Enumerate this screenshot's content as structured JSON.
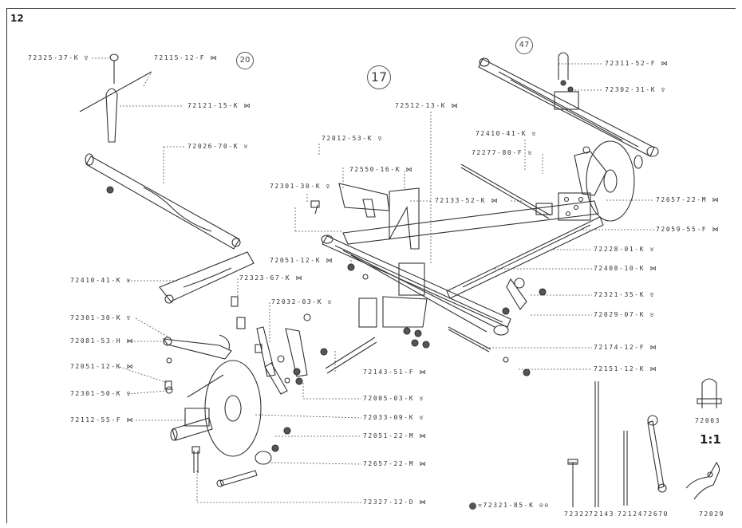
{
  "page_number": "12",
  "callouts": {
    "main": "17",
    "spring": "47",
    "ref": "20"
  },
  "scale": "1:1",
  "labels": [
    {
      "id": "l1",
      "text": "72325-37-K ♀"
    },
    {
      "id": "l2",
      "text": "72115-12-F  ⋈"
    },
    {
      "id": "l3",
      "text": "72121-15-K  ⋈"
    },
    {
      "id": "l4",
      "text": "72026-70-K  ♉"
    },
    {
      "id": "l5",
      "text": "72410-41-K  ♉"
    },
    {
      "id": "l6",
      "text": "72301-30-K  ♀"
    },
    {
      "id": "l7",
      "text": "72081-53-H ⋈"
    },
    {
      "id": "l8",
      "text": "72051-12-K ⋈"
    },
    {
      "id": "l9",
      "text": "72301-50-K  ♀"
    },
    {
      "id": "l10",
      "text": "72112-55-F ⋈"
    },
    {
      "id": "l11",
      "text": "72323-67-K  ⋈"
    },
    {
      "id": "l12",
      "text": "72032-03-K  ♉"
    },
    {
      "id": "l13",
      "text": "72012-53-K ♀"
    },
    {
      "id": "l14",
      "text": "72550-16-K  ⋈"
    },
    {
      "id": "l15",
      "text": "72301-30-K  ♀"
    },
    {
      "id": "l16",
      "text": "72051-12-K ⋈"
    },
    {
      "id": "l17",
      "text": "72512-13-K ⋈"
    },
    {
      "id": "l18",
      "text": "72410-41-K  ♉"
    },
    {
      "id": "l19",
      "text": "72277-80-F  ♉"
    },
    {
      "id": "l20",
      "text": "72133-52-K  ⋈"
    },
    {
      "id": "l21",
      "text": "72311-52-F  ⋈"
    },
    {
      "id": "l22",
      "text": "72302-31-K  ♀"
    },
    {
      "id": "l23",
      "text": "72657-22-M  ⋈"
    },
    {
      "id": "l24",
      "text": "72059-55-F  ⋈"
    },
    {
      "id": "l25",
      "text": "72228-01-K  ♉"
    },
    {
      "id": "l26",
      "text": "72408-10-K  ⋈"
    },
    {
      "id": "l27",
      "text": "72321-35-K  ♀"
    },
    {
      "id": "l28",
      "text": "72029-07-K  ♉"
    },
    {
      "id": "l29",
      "text": "72174-12-F  ⋈"
    },
    {
      "id": "l30",
      "text": "72151-12-K  ⋈"
    },
    {
      "id": "l31",
      "text": "72143-51-F  ⋈"
    },
    {
      "id": "l32",
      "text": "72005-03-K  ♉"
    },
    {
      "id": "l33",
      "text": "72033-09-K  ♉"
    },
    {
      "id": "l34",
      "text": "72051-22-M  ⋈"
    },
    {
      "id": "l35",
      "text": "72657-22-M  ⋈"
    },
    {
      "id": "l36",
      "text": "72327-12-D  ⋈"
    }
  ],
  "legend_note": "=72321-85-K ⊙⊙",
  "scale_parts": [
    {
      "id": "s1",
      "text": "72322"
    },
    {
      "id": "s2",
      "text": "72143"
    },
    {
      "id": "s3",
      "text": "72124"
    },
    {
      "id": "s4",
      "text": "72670"
    },
    {
      "id": "s5",
      "text": "72029"
    },
    {
      "id": "s6",
      "text": "72003"
    }
  ]
}
